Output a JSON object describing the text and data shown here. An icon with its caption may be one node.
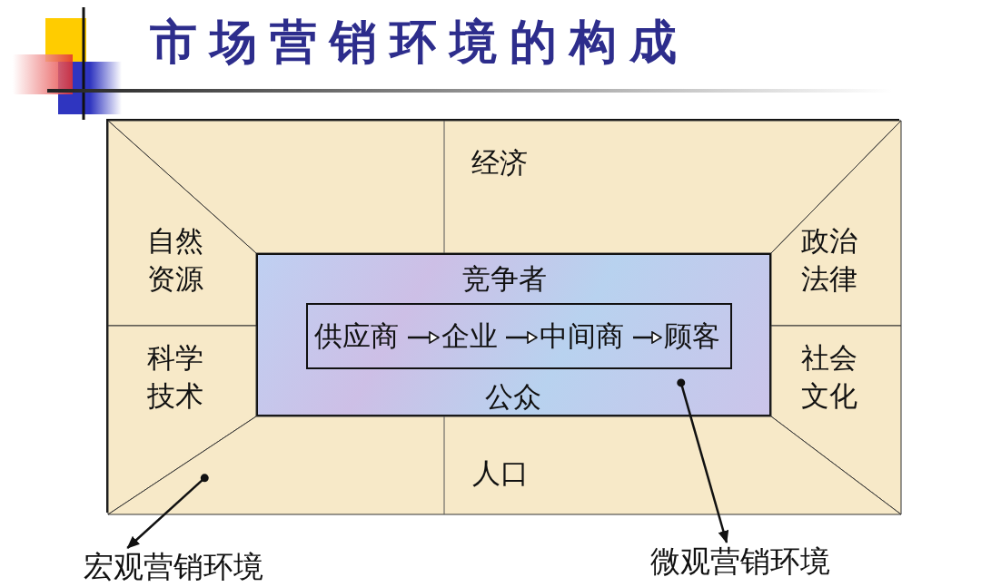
{
  "diagram": {
    "title": "市场营销环境的构成",
    "nodes": [
      {
        "text": [],
        "shape": "box"
      },
      {
        "text": [
          "经济"
        ],
        "in": 0
      },
      {
        "text": [
          "自然资源"
        ],
        "in": 0
      },
      {
        "text": [
          "政治法律"
        ],
        "in": 0
      },
      {
        "text": [
          "竞争者",
          "公众"
        ],
        "in": 0
      },
      {
        "text": [],
        "shape": "box",
        "in": 4
      },
      {
        "text": [
          "供应商"
        ],
        "in": 5
      },
      {
        "text": [
          "企业"
        ],
        "in": 5
      },
      {
        "text": [
          "中间商"
        ],
        "in": 5
      },
      {
        "text": [
          "顾客"
        ],
        "in": 5
      },
      {
        "text": [
          "科学技术"
        ],
        "in": 0
      },
      {
        "text": [
          "社会文化"
        ],
        "in": 0
      },
      {
        "text": [
          "人口"
        ],
        "in": 0
      },
      {
        "text": [
          "宏观营销环境"
        ]
      },
      {
        "text": [
          "微观营销环境"
        ]
      }
    ],
    "edges": [
      {
        "from": 6,
        "to": 7,
        "arrow": "to"
      },
      {
        "from": 7,
        "to": 8,
        "arrow": "to"
      },
      {
        "from": 8,
        "to": 9,
        "arrow": "to"
      },
      {
        "from": 0,
        "to": 13,
        "arrow": "to"
      },
      {
        "from": 4,
        "to": 14,
        "arrow": "to"
      }
    ]
  }
}
